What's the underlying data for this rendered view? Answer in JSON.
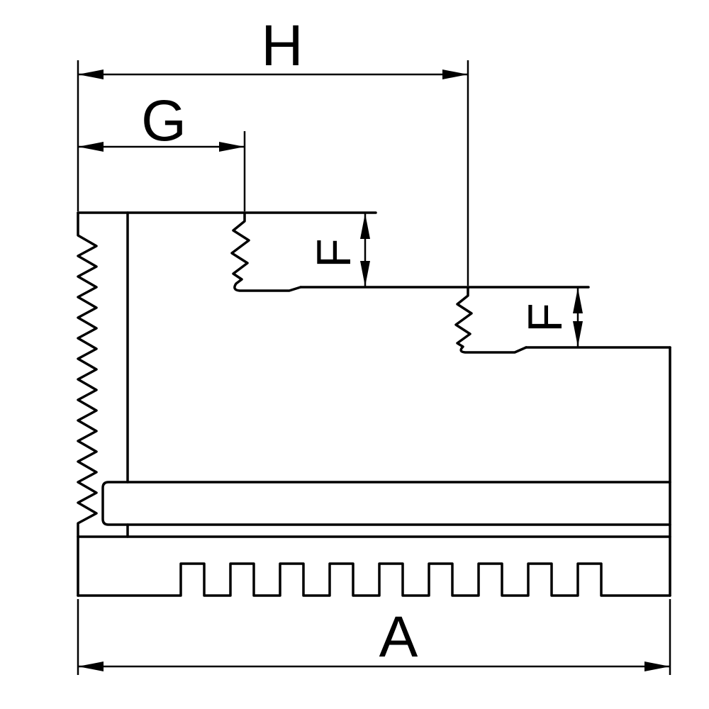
{
  "diagram": {
    "background_color": "#ffffff",
    "line_color": "#000000",
    "labels": {
      "h": "H",
      "g": "G",
      "f_upper": "F",
      "f_lower": "F",
      "a": "A"
    }
  }
}
